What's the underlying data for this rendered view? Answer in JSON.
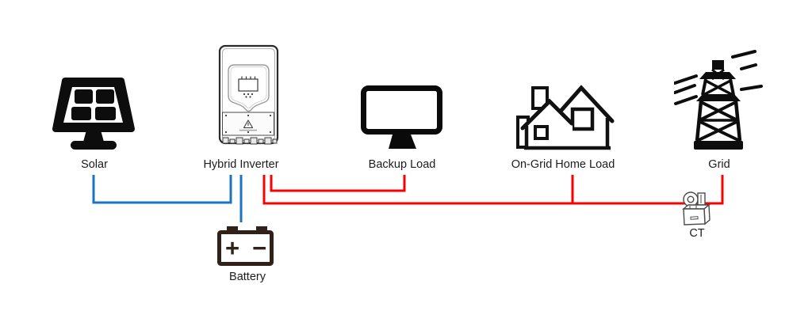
{
  "diagram": {
    "nodes": {
      "solar": {
        "label": "Solar"
      },
      "hybrid_inverter": {
        "label": "Hybrid Inverter"
      },
      "backup_load": {
        "label": "Backup Load"
      },
      "on_grid_home_load": {
        "label": "On-Grid Home Load"
      },
      "grid": {
        "label": "Grid"
      },
      "battery": {
        "label": "Battery"
      },
      "ct": {
        "label": "CT"
      }
    },
    "battery_terminals": {
      "positive": "+",
      "negative": "−"
    },
    "colors": {
      "pv_battery_line": "#1b75bc",
      "ac_line": "#fb0000",
      "icon_ink": "#111111",
      "battery_ink": "#312219",
      "label_text": "#1c1c1c"
    },
    "connections": [
      {
        "from": "solar",
        "to": "hybrid_inverter",
        "wire": "blue"
      },
      {
        "from": "hybrid_inverter",
        "to": "battery",
        "wire": "blue"
      },
      {
        "from": "hybrid_inverter",
        "to": "backup_load",
        "wire": "red"
      },
      {
        "from": "hybrid_inverter",
        "to": "on_grid_home_load",
        "wire": "red"
      },
      {
        "from": "hybrid_inverter",
        "to": "grid",
        "via": "ct",
        "wire": "red"
      }
    ]
  }
}
